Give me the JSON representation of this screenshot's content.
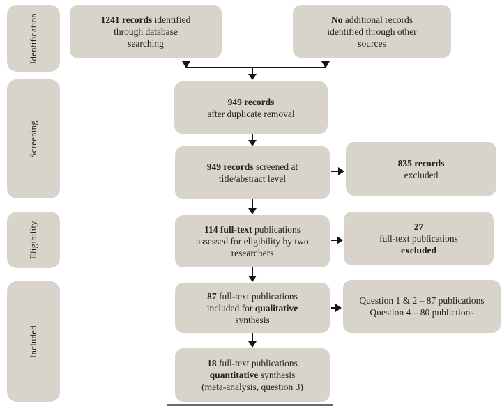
{
  "figure": {
    "type": "prisma-flow-diagram",
    "stages": [
      {
        "id": "identification",
        "label": "Identification"
      },
      {
        "id": "screening",
        "label": "Screening"
      },
      {
        "id": "eligibility",
        "label": "Eligibility"
      },
      {
        "id": "included",
        "label": "Included"
      }
    ],
    "boxes": {
      "db": {
        "lines": [
          [
            {
              "t": "1241 records",
              "b": true
            },
            {
              "t": " identified"
            }
          ],
          [
            {
              "t": "through database"
            }
          ],
          [
            {
              "t": "searching"
            }
          ]
        ]
      },
      "other": {
        "lines": [
          [
            {
              "t": "No",
              "b": true
            },
            {
              "t": " additional records"
            }
          ],
          [
            {
              "t": "identified through other"
            }
          ],
          [
            {
              "t": "sources"
            }
          ]
        ]
      },
      "dedup": {
        "lines": [
          [
            {
              "t": "949 records",
              "b": true
            }
          ],
          [
            {
              "t": "after duplicate removal"
            }
          ]
        ]
      },
      "screened": {
        "lines": [
          [
            {
              "t": "949 records",
              "b": true
            },
            {
              "t": " screened at"
            }
          ],
          [
            {
              "t": "title/abstract level"
            }
          ]
        ]
      },
      "records_excluded": {
        "lines": [
          [
            {
              "t": "835 records",
              "b": true
            }
          ],
          [
            {
              "t": "excluded"
            }
          ]
        ]
      },
      "assessed": {
        "lines": [
          [
            {
              "t": "114 full-text",
              "b": true
            },
            {
              "t": " publications"
            }
          ],
          [
            {
              "t": "assessed for eligibility by two"
            }
          ],
          [
            {
              "t": "researchers"
            }
          ]
        ]
      },
      "fulltext_excluded": {
        "lines": [
          [
            {
              "t": "27",
              "b": true
            }
          ],
          [
            {
              "t": "full-text publications"
            }
          ],
          [
            {
              "t": "excluded",
              "b": true
            }
          ]
        ]
      },
      "qualitative": {
        "lines": [
          [
            {
              "t": "87",
              "b": true
            },
            {
              "t": " full-text publications"
            }
          ],
          [
            {
              "t": "included for "
            },
            {
              "t": "qualitative",
              "b": true
            }
          ],
          [
            {
              "t": "synthesis"
            }
          ]
        ]
      },
      "questions": {
        "lines": [
          [
            {
              "t": "Question 1 & 2 – 87 publications"
            }
          ],
          [
            {
              "t": "Question 4 – 80 publictions"
            }
          ]
        ]
      },
      "quantitative": {
        "lines": [
          [
            {
              "t": "18",
              "b": true
            },
            {
              "t": " full-text publications"
            }
          ],
          [
            {
              "t": "quantitative",
              "b": true
            },
            {
              "t": " synthesis"
            }
          ],
          [
            {
              "t": "(meta-analysis, question 3)"
            }
          ]
        ]
      }
    }
  },
  "colors": {
    "background": "#ffffff",
    "box_fill": "#d8d4cb",
    "text": "#242118",
    "arrow": "#141414"
  }
}
